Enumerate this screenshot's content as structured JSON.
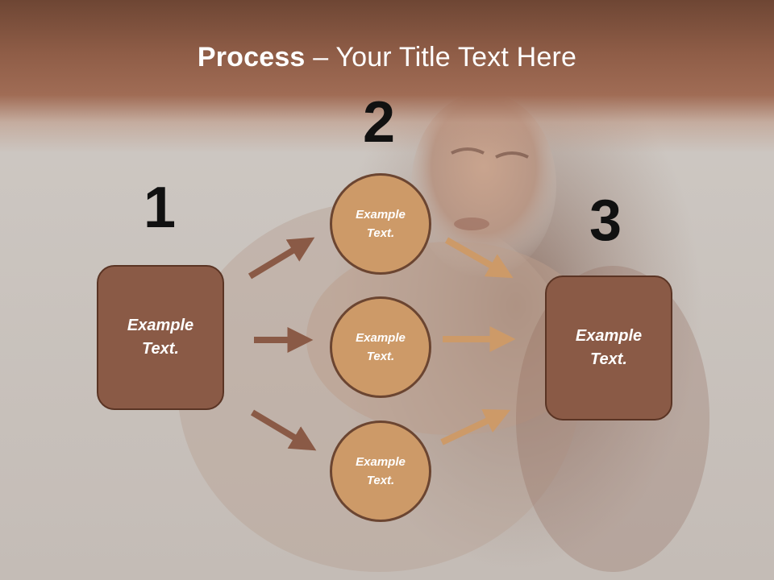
{
  "title": {
    "strong": "Process",
    "rest": " – Your Title Text Here"
  },
  "steps": {
    "one": {
      "number": "1",
      "label_line1": "Example",
      "label_line2": "Text."
    },
    "two": {
      "number": "2"
    },
    "three": {
      "number": "3",
      "label_line1": "Example",
      "label_line2": "Text."
    }
  },
  "circles": [
    {
      "line1": "Example",
      "line2": "Text."
    },
    {
      "line1": "Example",
      "line2": "Text."
    },
    {
      "line1": "Example",
      "line2": "Text."
    }
  ],
  "colors": {
    "box_fill": "#8a5a46",
    "circle_fill": "#cd9a68",
    "left_arrows": "#8a5a46",
    "right_arrows": "#cd9a68",
    "title_band": "#8f5d47"
  },
  "background": {
    "description_icon": "portrait-photo"
  }
}
